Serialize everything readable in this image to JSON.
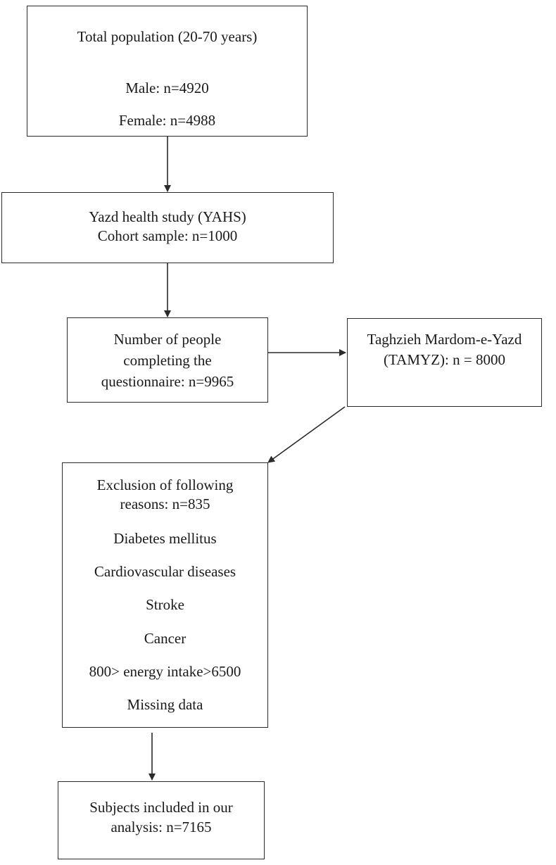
{
  "boxes": {
    "total_population": {
      "title": "Total population (20-70 years)",
      "male": "Male: n=4920",
      "female": "Female: n=4988"
    },
    "yahs": {
      "line1": "Yazd health study (YAHS)",
      "line2": "Cohort sample: n=1000"
    },
    "questionnaire": {
      "line1": "Number of people",
      "line2": "completing the",
      "line3": "questionnaire: n=9965"
    },
    "tamyz": {
      "line1": "Taghzieh Mardom-e-Yazd",
      "line2": "(TAMYZ): n = 8000"
    },
    "exclusion": {
      "line1": "Exclusion of following",
      "line2": "reasons: n=835",
      "reasons": [
        "Diabetes mellitus",
        "Cardiovascular diseases",
        "Stroke",
        "Cancer",
        "800> energy intake>6500",
        "Missing data"
      ]
    },
    "included": {
      "line1": "Subjects included in our",
      "line2": "analysis: n=7165"
    }
  }
}
